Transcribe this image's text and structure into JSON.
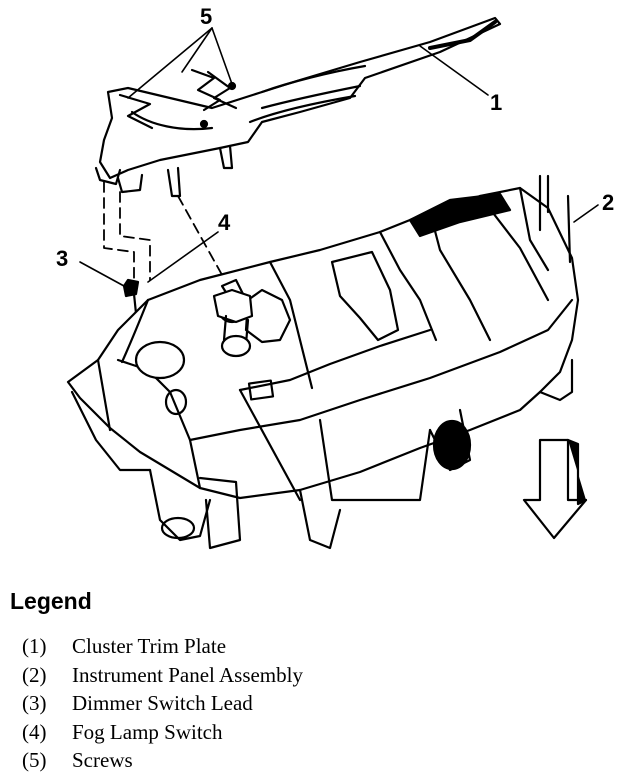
{
  "callouts": [
    "1",
    "2",
    "3",
    "4",
    "5"
  ],
  "legend": {
    "title": "Legend",
    "items": [
      {
        "num": "(1)",
        "label": "Cluster Trim Plate"
      },
      {
        "num": "(2)",
        "label": "Instrument Panel Assembly"
      },
      {
        "num": "(3)",
        "label": "Dimmer Switch Lead"
      },
      {
        "num": "(4)",
        "label": "Fog Lamp Switch"
      },
      {
        "num": "(5)",
        "label": "Screws"
      }
    ]
  }
}
